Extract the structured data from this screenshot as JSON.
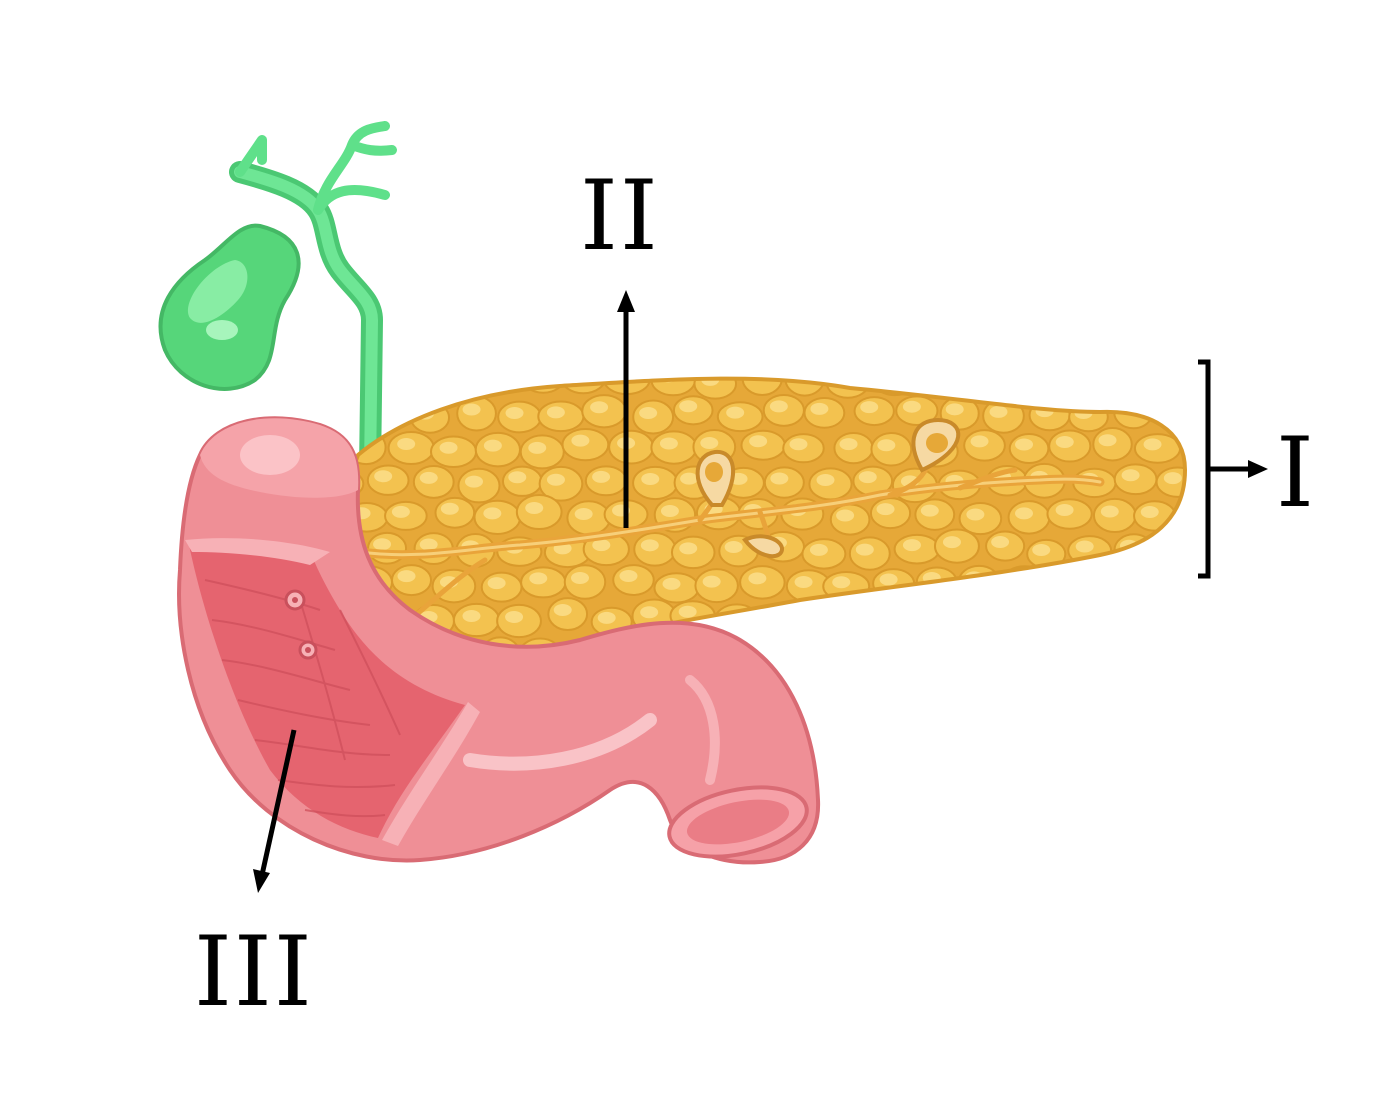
{
  "labels": {
    "i": "I",
    "ii": "II",
    "iii": "III"
  },
  "colors": {
    "pancreas_fill": "#f3c24f",
    "pancreas_dark": "#d99a2b",
    "pancreas_light": "#fbe08d",
    "duct": "#e9a43a",
    "gallbladder": "#56d67a",
    "gallbladder_light": "#8ef0a8",
    "bile_duct": "#5fe08a",
    "duodenum_outer": "#ef8f96",
    "duodenum_inner": "#e5646f",
    "duodenum_light": "#f7b1b6",
    "pointer": "#000000"
  }
}
